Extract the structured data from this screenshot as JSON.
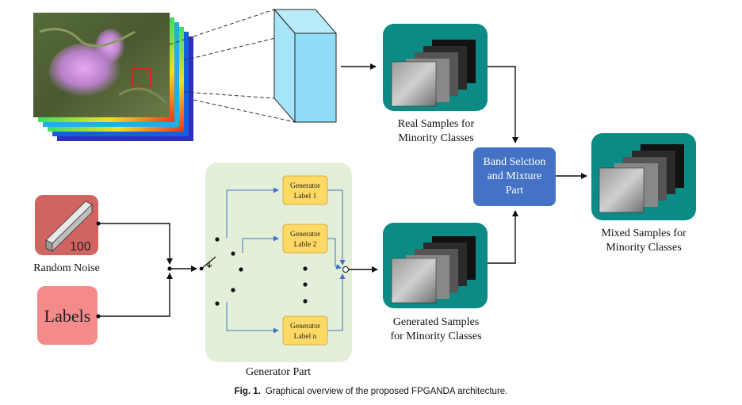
{
  "diagram": {
    "real_samples": {
      "line1": "Real Samples for",
      "line2": "Minority Classes"
    },
    "generated_samples": {
      "line1": "Generated Samples",
      "line2": "for Minority Classes"
    },
    "mixed_samples": {
      "line1": "Mixed Samples for",
      "line2": "Minority Classes"
    },
    "band_selection": {
      "line1": "Band Selction",
      "line2": "and Mixture",
      "line3": "Part"
    },
    "random_noise": {
      "label": "Random Noise",
      "value": "100"
    },
    "labels_box": {
      "label": "Labels"
    },
    "generator_part": {
      "label": "Generator Part"
    },
    "generators": [
      {
        "line1": "Generator",
        "line2": "Label 1"
      },
      {
        "line1": "Generator",
        "line2": "Lable 2"
      },
      {
        "line1": "Generator",
        "line2": "Label n"
      }
    ]
  },
  "caption": {
    "prefix": "Fig. 1.",
    "text": "Graphical overview of the proposed FPGANDA architecture."
  },
  "colors": {
    "teal_box": "#0c8a86",
    "band_box": "#4472c4",
    "noise_box": "#d06460",
    "labels_box": "#f48a8a",
    "generator_bg": "#e4efd9",
    "generator_box": "#ffd966",
    "cube_face": "#8fdcf7"
  },
  "icons": {
    "hyperspectral_cube": "hyperspectral-image-icon",
    "selection_box": "red-square-icon",
    "patch_cube": "3d-patch-icon",
    "bar": "3d-bar-icon",
    "switch": "switch-icon"
  }
}
